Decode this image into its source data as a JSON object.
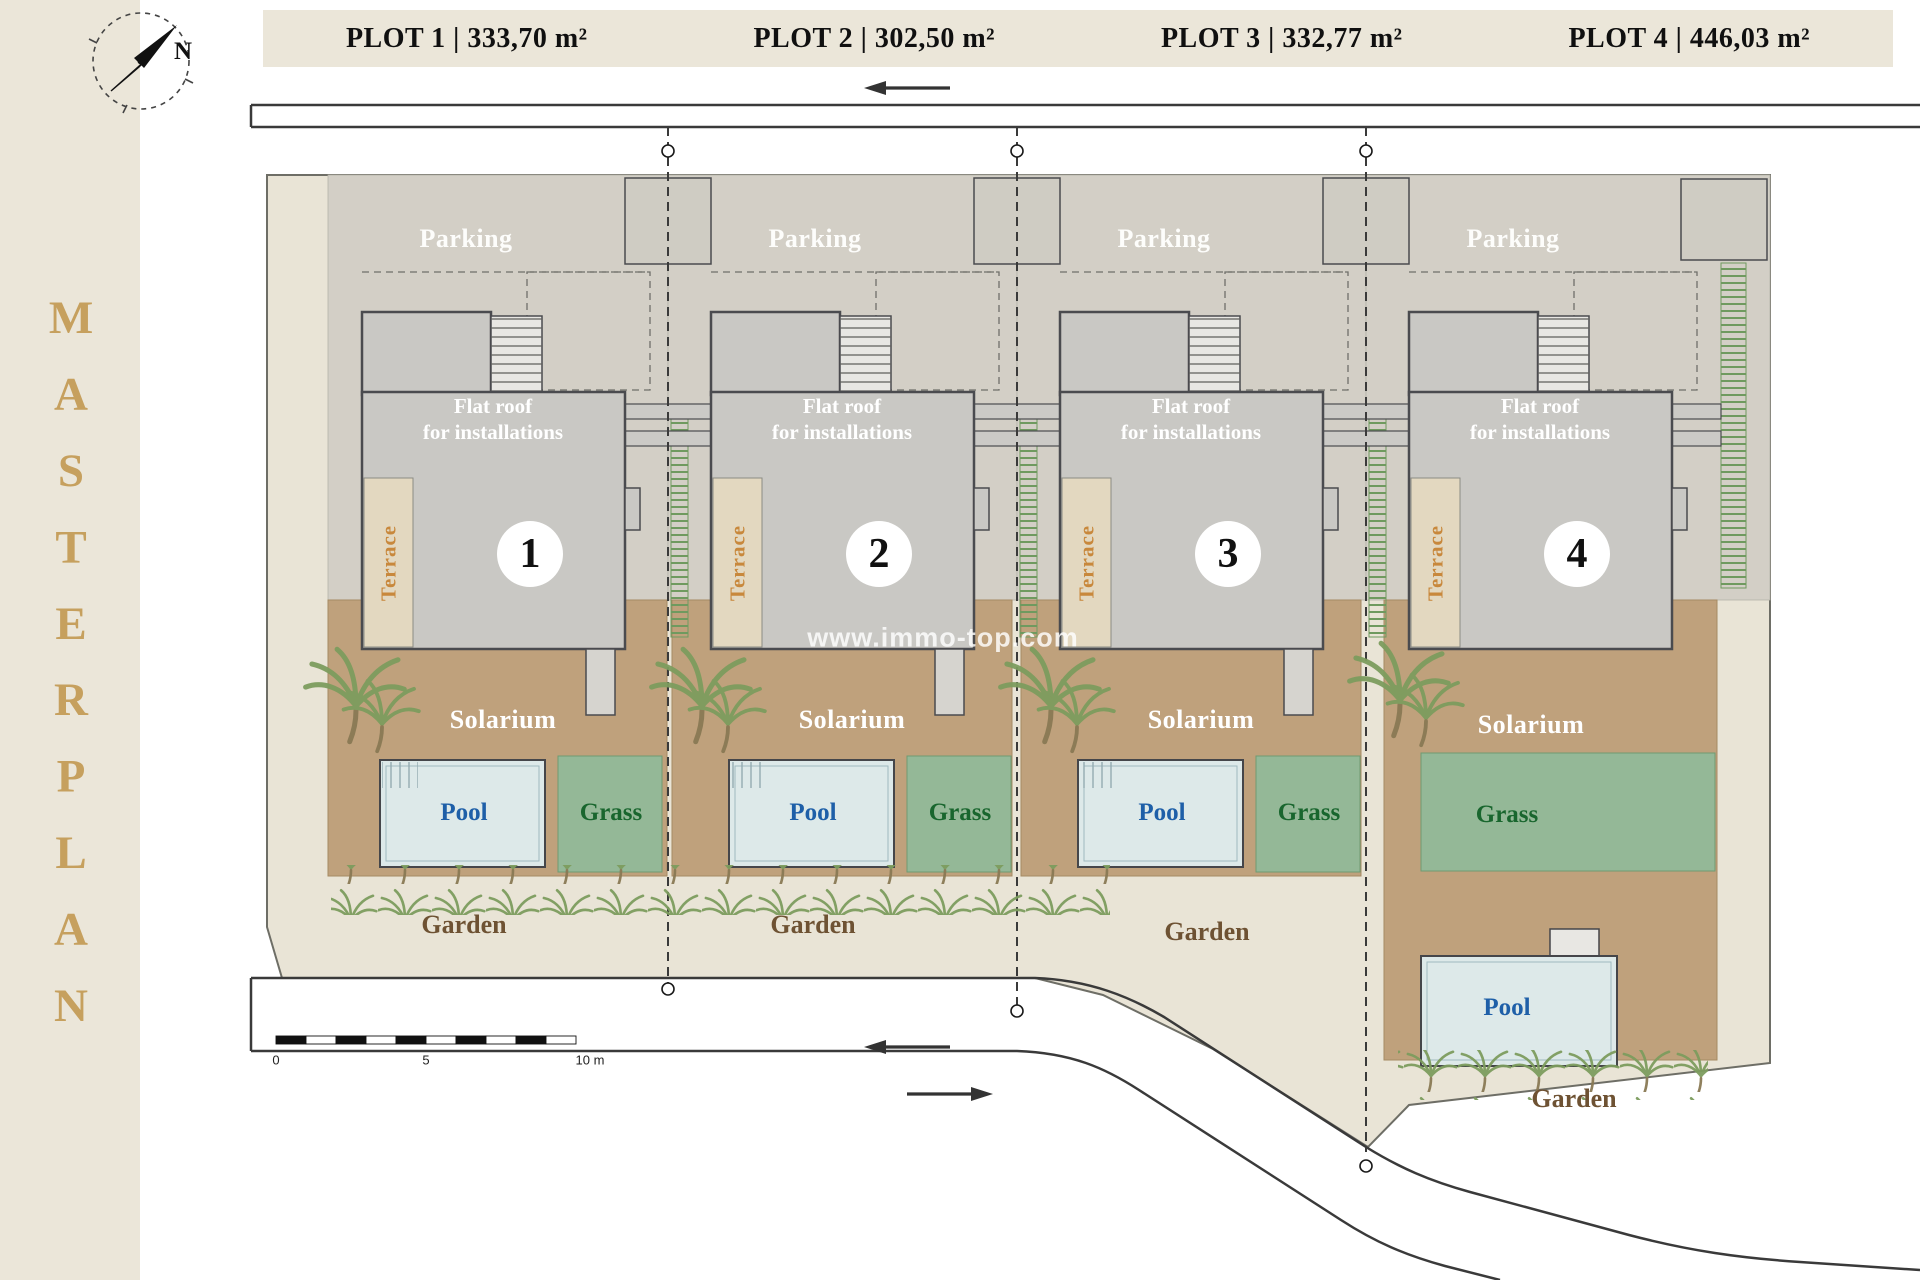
{
  "header": {
    "plots": [
      "PLOT 1 | 333,70 m²",
      "PLOT 2 | 302,50 m²",
      "PLOT 3 | 332,77 m²",
      "PLOT 4 | 446,03 m²"
    ]
  },
  "sidebar": {
    "title": "MASTERPLAN"
  },
  "compass": {
    "north_label": "N"
  },
  "watermark": {
    "text": "www.immo-top.com"
  },
  "scale_bar": {
    "start": "0",
    "mid": "5",
    "end": "10 m"
  },
  "colors": {
    "cream": "#e9e4d6",
    "parking_grey": "#d3cfc6",
    "building_grey": "#c9c8c4",
    "solarium_tan": "#bfa17c",
    "pool_blue": "#dde9e9",
    "grass_green": "#94b897",
    "accent_gold": "#c6a05e"
  },
  "plots": [
    {
      "number": "1",
      "parking": "Parking",
      "flat_roof_line1": "Flat roof",
      "flat_roof_line2": "for installations",
      "terrace": "Terrace",
      "solarium": "Solarium",
      "pool": "Pool",
      "grass": "Grass",
      "garden": "Garden"
    },
    {
      "number": "2",
      "parking": "Parking",
      "flat_roof_line1": "Flat roof",
      "flat_roof_line2": "for installations",
      "terrace": "Terrace",
      "solarium": "Solarium",
      "pool": "Pool",
      "grass": "Grass",
      "garden": "Garden"
    },
    {
      "number": "3",
      "parking": "Parking",
      "flat_roof_line1": "Flat roof",
      "flat_roof_line2": "for installations",
      "terrace": "Terrace",
      "solarium": "Solarium",
      "pool": "Pool",
      "grass": "Grass",
      "garden": "Garden"
    },
    {
      "number": "4",
      "parking": "Parking",
      "flat_roof_line1": "Flat roof",
      "flat_roof_line2": "for installations",
      "terrace": "Terrace",
      "solarium": "Solarium",
      "pool": "Pool",
      "grass": "Grass",
      "garden": "Garden"
    }
  ]
}
